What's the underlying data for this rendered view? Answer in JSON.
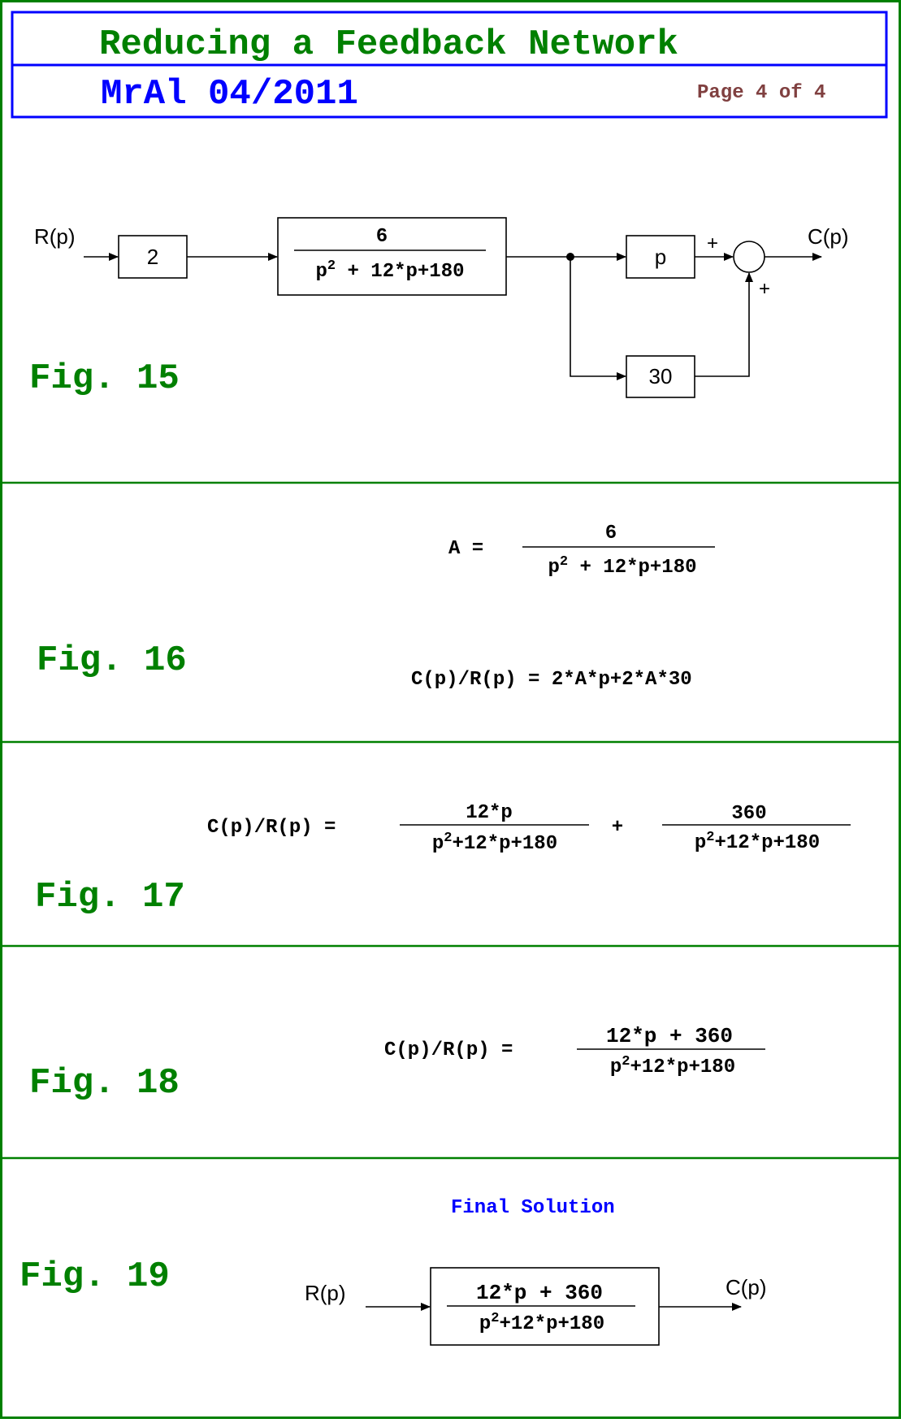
{
  "header": {
    "title": "Reducing a Feedback Network",
    "author": "MrAl  04/2011",
    "page": "Page 4 of 4"
  },
  "colors": {
    "frame": "#008000",
    "header_border": "#0000ff",
    "fig_label": "#008000",
    "author": "#0000ff",
    "page_label": "#804040",
    "final_label": "#0000ff"
  },
  "fig15": {
    "label": "Fig. 15",
    "input": "R(p)",
    "output": "C(p)",
    "gain_block": "2",
    "tf_num": "6",
    "tf_den_base": "p",
    "tf_den_exp": "2",
    "tf_den_rest": " + 12*p+180",
    "upper_block": "p",
    "lower_block": "30",
    "sum_sign_top": "+",
    "sum_sign_bottom": "+"
  },
  "fig16": {
    "label": "Fig. 16",
    "a_lhs": "A  =",
    "a_num": "6",
    "a_den_base": "p",
    "a_den_exp": "2",
    "a_den_rest": " + 12*p+180",
    "relation": "C(p)/R(p)  =  2*A*p+2*A*30"
  },
  "fig17": {
    "label": "Fig. 17",
    "lhs": "C(p)/R(p)  =",
    "term1_num": "12*p",
    "term1_den_base": "p",
    "term1_den_exp": "2",
    "term1_den_rest": "+12*p+180",
    "plus": "+",
    "term2_num": "360",
    "term2_den_base": "p",
    "term2_den_exp": "2",
    "term2_den_rest": "+12*p+180"
  },
  "fig18": {
    "label": "Fig. 18",
    "lhs": "C(p)/R(p)  =",
    "num": "12*p + 360",
    "den_base": "p",
    "den_exp": "2",
    "den_rest": "+12*p+180"
  },
  "fig19": {
    "label": "Fig. 19",
    "heading": "Final Solution",
    "input": "R(p)",
    "output": "C(p)",
    "num": "12*p + 360",
    "den_base": "p",
    "den_exp": "2",
    "den_rest": "+12*p+180"
  }
}
